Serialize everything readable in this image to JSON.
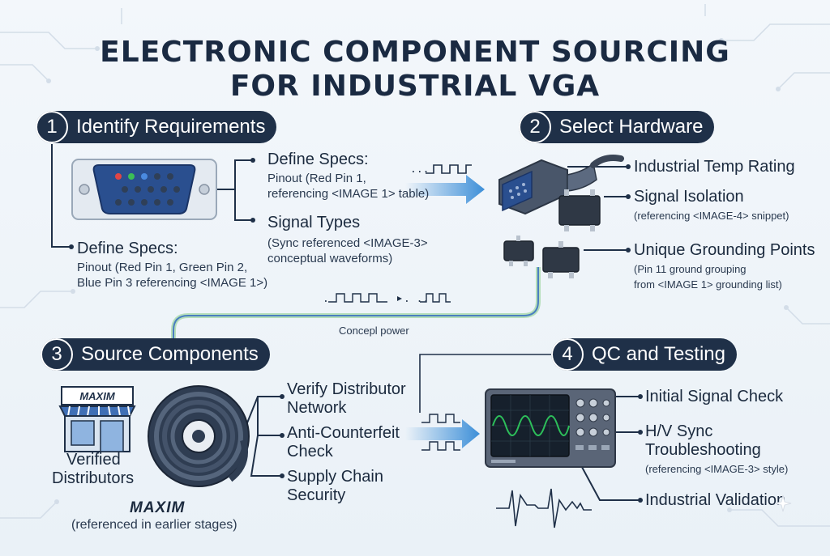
{
  "title": {
    "line1": "ELECTRONIC COMPONENT SOURCING",
    "line2": "FOR INDUSTRIAL VGA"
  },
  "steps": [
    {
      "num": "1",
      "label": "Identify Requirements"
    },
    {
      "num": "2",
      "label": "Select Hardware"
    },
    {
      "num": "3",
      "label": "Source Components"
    },
    {
      "num": "4",
      "label": "QC and Testing"
    }
  ],
  "step1": {
    "spec_a_title": "Define Specs:",
    "spec_a_line1": "Pinout (Red Pin 1,",
    "spec_a_line2": "referencing <IMAGE 1> table)",
    "signal_title": "Signal Types",
    "signal_line1": "(Sync referenced <IMAGE-3>",
    "signal_line2": "conceptual waveforms)",
    "spec_b_title": "Define Specs:",
    "spec_b_line1": "Pinout (Red Pin 1, Green Pin 2,",
    "spec_b_line2": "Blue Pin 3 referencing <IMAGE 1>)",
    "wave_text": "...",
    "concept_wave_text": ".",
    "concept_wave_text2": ". ..",
    "concept_label": "Concepl power"
  },
  "step2": {
    "temp": "Industrial Temp Rating",
    "isolation": "Signal Isolation",
    "isolation_sub": "(referencing <IMAGE-4> snippet)",
    "grounding": "Unique Grounding Points",
    "grounding_sub1": "(Pin 11 ground grouping",
    "grounding_sub2": "from <IMAGE 1> grounding list)"
  },
  "step3": {
    "store_sign": "MAXIM",
    "verified_line1": "Verified",
    "verified_line2": "Distributors",
    "maxim_logo": "MAXIM",
    "maxim_note": "(referenced in earlier stages)",
    "verify_line1": "Verify Distributor",
    "verify_line2": "Network",
    "anti_line1": "Anti-Counterfeit",
    "anti_line2": "Check",
    "supply_line1": "Supply Chain",
    "supply_line2": "Security"
  },
  "step4": {
    "initial": "Initial Signal Check",
    "hv_line1": "H/V Sync",
    "hv_line2": "Troubleshooting",
    "hv_sub": "(referencing <IMAGE-3> style)",
    "validation": "Industrial Validation"
  },
  "colors": {
    "navy": "#1f3048",
    "arrow_blue": "#3d8fd8",
    "connector_blue": "#2a4f8f",
    "screen_green": "#2dbf5a",
    "conduit_green": "#8fd08f"
  }
}
